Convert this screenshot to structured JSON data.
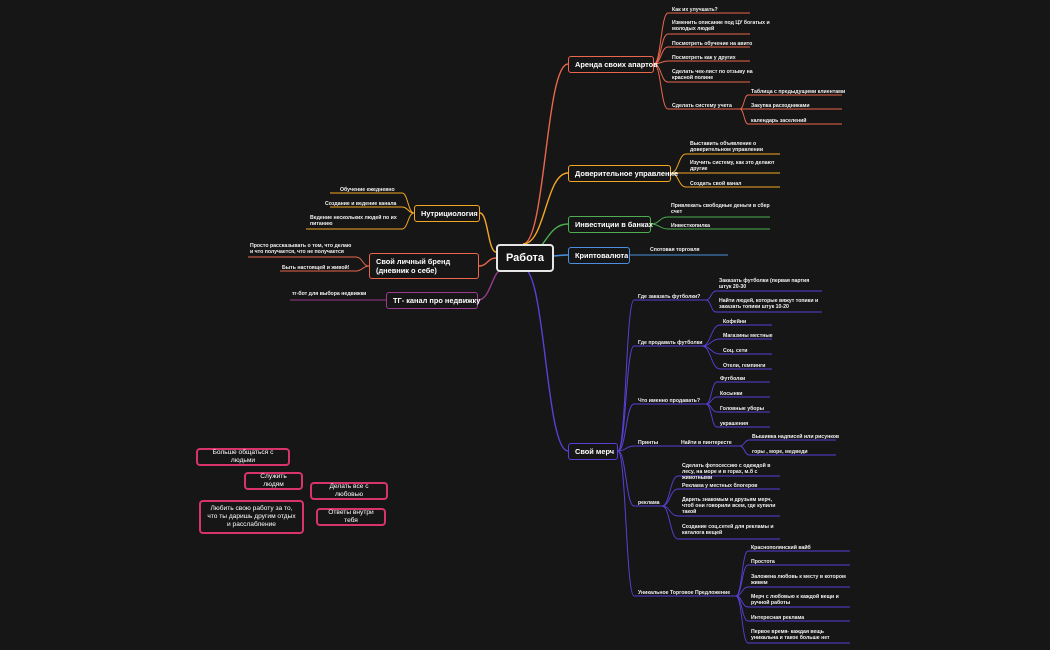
{
  "central": "Работа",
  "colors": {
    "arenda": "#e9674c",
    "doverit": "#f5a623",
    "invest": "#4caf50",
    "crypto": "#4a90e2",
    "merch": "#5b3fd6",
    "nutri": "#f5a623",
    "brand": "#e9674c",
    "tg": "#9b3b8f",
    "sticky": "#d8336a"
  },
  "branches": {
    "arenda": {
      "label": "Аренда своих апартов",
      "leaves": [
        "Как их улучшать?",
        "Изменить описание под ЦУ богатых и молодых людей",
        "Посмотреть обучение на авито",
        "Посмотреть как у других",
        "Сделать чек-лист по отзыву на красной полине",
        "Сделать систему учета"
      ],
      "sub": [
        "Таблица с предыдущими клиентами",
        "Закупка расходниками",
        "календарь заселений"
      ]
    },
    "doverit": {
      "label": "Доверительное управление",
      "leaves": [
        "Выставить объявление о доверительном управлении",
        "Изучить систему, как это делают другие",
        "Создать свой канал"
      ]
    },
    "invest": {
      "label": "Инвестиции в банках",
      "leaves": [
        "Привлекать свободные деньги в сбер счет",
        "Инвесткопилка"
      ]
    },
    "crypto": {
      "label": "Криптовалюта",
      "leaves": [
        "Спотовая торговля"
      ]
    },
    "merch": {
      "label": "Свой мерч",
      "q1": "Где заказать футболки?",
      "q1_leaves": [
        "Заказать футболки (первая партия штук 20-30",
        "Найти людей, которые вяжут топики и заказать топики штук 10-20"
      ],
      "q2": "Где продавать футболки",
      "q2_leaves": [
        "Кофейни",
        "Магазины местные",
        "Соц. сети",
        "Отели, гемпинги"
      ],
      "q3": "Что именно продавать?",
      "q3_leaves": [
        "Футболки",
        "Косынки",
        "Головные уборы",
        "украшения"
      ],
      "q4": "Принты",
      "q4_sub": "Найти в пинтересте",
      "q4_leaves": [
        "Вышивка надписей или рисунков",
        "горы , море, медведи"
      ],
      "q5": "реклама",
      "q5_leaves": [
        "Сделать фотосессию с одеждой в лесу, на море и в горах, м.б с животными",
        "Реклама у местных блогеров",
        "Дарить знакомым и друзьям мерч, чтоб они говорили всем, где купили такой",
        "Создание соц.сетей для рекламы и каталога вещей"
      ],
      "q6": "Уникальное Торговое Предложение",
      "q6_leaves": [
        "Краснополянский вайб",
        "Простота",
        "Заложена любовь к месту в котором живем",
        "Мерч с любовью к каждой вещи и ручной работы",
        "Интересная реклама",
        "Первое время- каждая вещь уникальна и такое больше нет"
      ]
    },
    "nutri": {
      "label": "Нутрициология",
      "leaves": [
        "Обучение ежедневно",
        "Создание и ведение канала",
        "Ведение нескольких людей по их питанию"
      ]
    },
    "brand": {
      "label": "Свой личный бренд (дневник о себе)",
      "leaves": [
        "Просто рассказывать о том, что делаю и что получается, что не получается",
        "Быть настоящей и живой!"
      ]
    },
    "tg": {
      "label": "ТГ- канал про недвижку",
      "leaves": [
        "тг-бот для выбора недвижки"
      ]
    }
  },
  "stickies": [
    "Больше общаться с людьми",
    "Служить людям",
    "Делать все с любовью",
    "Любить свою работу за то, что ты даришь другим отдых и расслабление",
    "Ответы внутри тебя"
  ]
}
